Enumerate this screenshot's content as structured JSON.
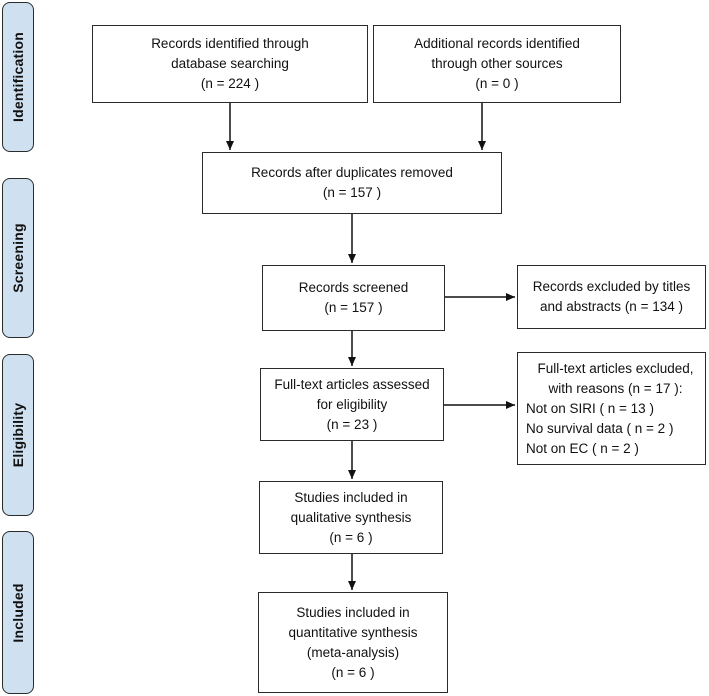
{
  "stages": {
    "identification": "Identification",
    "screening": "Screening",
    "eligibility": "Eligibility",
    "included": "Included"
  },
  "boxes": {
    "db_search": [
      "Records identified through",
      "database searching",
      "(n = 224 )"
    ],
    "other_sources": [
      "Additional records identified",
      "through other sources",
      "(n = 0 )"
    ],
    "after_duplicates": [
      "Records after duplicates removed",
      "(n = 157 )"
    ],
    "screened": [
      "Records screened",
      "(n = 157 )"
    ],
    "excluded_titles": [
      "Records excluded by titles",
      "and abstracts (n = 134 )"
    ],
    "fulltext_assessed": [
      "Full-text articles assessed",
      "for eligibility",
      "(n = 23 )"
    ],
    "fulltext_excluded": [
      "Full-text articles excluded,",
      "with reasons (n = 17 ):",
      "Not on SIRI ( n = 13 )",
      "No survival data ( n = 2 )",
      "Not on EC ( n = 2 )"
    ],
    "qualitative": [
      "Studies included in",
      "qualitative synthesis",
      "(n = 6 )"
    ],
    "quantitative": [
      "Studies included in",
      "quantitative synthesis",
      "(meta-analysis)",
      "(n = 6 )"
    ]
  }
}
